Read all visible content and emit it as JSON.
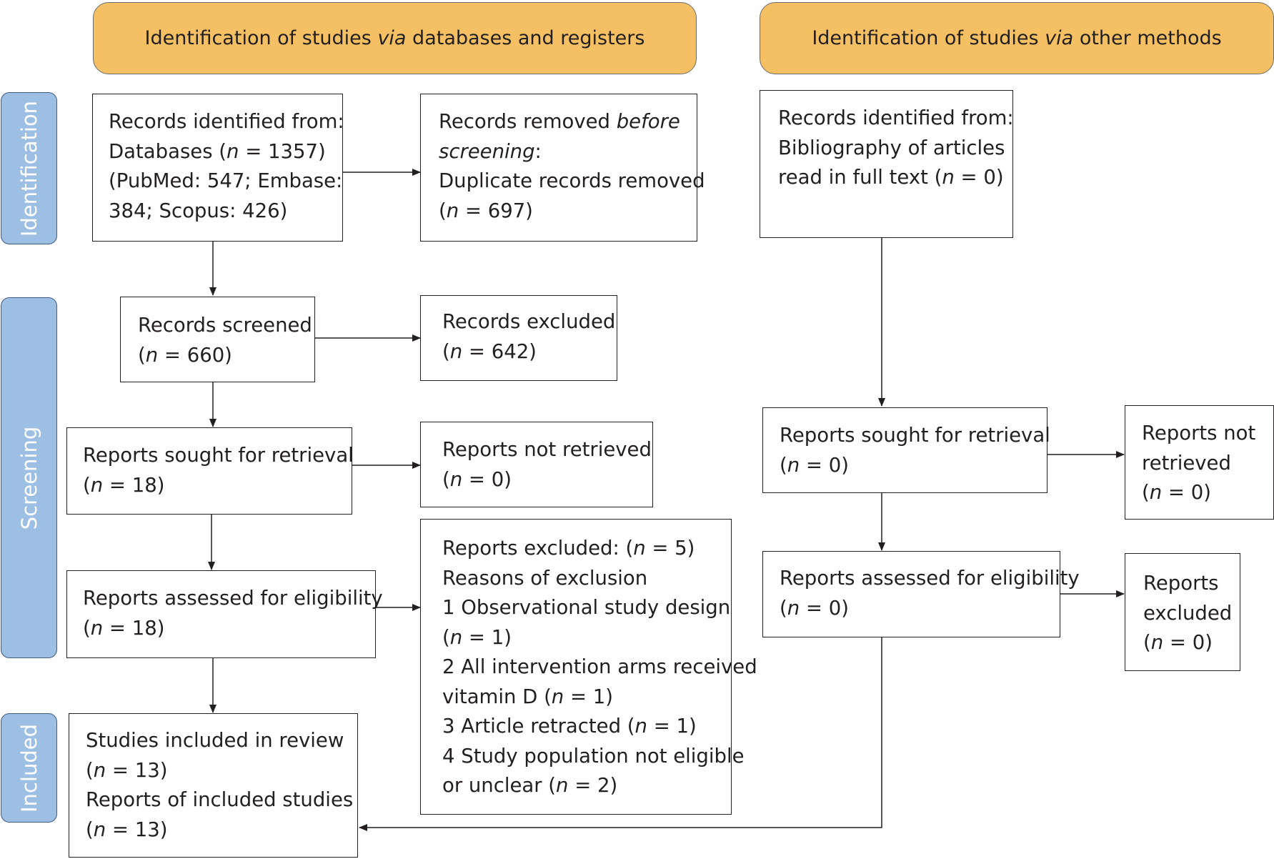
{
  "headers": {
    "databases": {
      "pre": "Identification of studies ",
      "it": "via",
      "post": " databases and registers"
    },
    "other": {
      "pre": "Identification of studies ",
      "it": "via",
      "post": " other methods"
    }
  },
  "stages": {
    "identification": "Identification",
    "screening": "Screening",
    "included": "Included"
  },
  "db": {
    "records_identified": {
      "l1": "Records identified from:",
      "l2a": "Databases (",
      "l2n": "n",
      "l2b": " = 1357)",
      "l3": "(PubMed: 547; Embase:",
      "l4": "384; Scopus: 426)"
    },
    "records_removed": {
      "l1a": "Records removed ",
      "l1i": "before",
      "l2i": "screening",
      "l2b": ":",
      "l3": "Duplicate records removed",
      "l4a": "(",
      "l4n": "n",
      "l4b": " = 697)"
    },
    "records_screened": {
      "l1": "Records screened",
      "l2a": "(",
      "l2n": "n",
      "l2b": " = 660)"
    },
    "records_excluded": {
      "l1": "Records excluded",
      "l2a": "(",
      "l2n": "n",
      "l2b": " = 642)"
    },
    "reports_sought": {
      "l1": "Reports sought for retrieval",
      "l2a": "(",
      "l2n": "n",
      "l2b": " = 18)"
    },
    "reports_not_retrieved": {
      "l1": "Reports not retrieved",
      "l2a": "(",
      "l2n": "n",
      "l2b": " = 0)"
    },
    "reports_assessed": {
      "l1": "Reports assessed for eligibility",
      "l2a": "(",
      "l2n": "n",
      "l2b": " = 18)"
    },
    "reports_excluded": {
      "l1a": "Reports excluded: (",
      "l1n": "n",
      "l1b": " = 5)",
      "l2": "Reasons of exclusion",
      "l3": "1 Observational study design",
      "l4a": "(",
      "l4n": "n",
      "l4b": " = 1)",
      "l5": "2 All intervention arms received",
      "l6a": "vitamin D (",
      "l6n": "n",
      "l6b": " = 1)",
      "l7a": "3 Article retracted (",
      "l7n": "n",
      "l7b": " = 1)",
      "l8": "4 Study population not eligible",
      "l9a": "or unclear (",
      "l9n": "n",
      "l9b": " = 2)"
    },
    "studies_included": {
      "l1": "Studies included in review",
      "l2a": "(",
      "l2n": "n",
      "l2b": " = 13)",
      "l3": "Reports of included studies",
      "l4a": "(",
      "l4n": "n",
      "l4b": " = 13)"
    }
  },
  "other": {
    "records_identified": {
      "l1": "Records identified from:",
      "l2": "Bibliography of articles",
      "l3a": "read in full text (",
      "l3n": "n",
      "l3b": " = 0)"
    },
    "reports_sought": {
      "l1": "Reports sought for retrieval",
      "l2a": "(",
      "l2n": "n",
      "l2b": " = 0)"
    },
    "reports_not_retrieved": {
      "l1": "Reports not",
      "l2": "retrieved",
      "l3a": "(",
      "l3n": "n",
      "l3b": " = 0)"
    },
    "reports_assessed": {
      "l1": "Reports assessed for eligibility",
      "l2a": "(",
      "l2n": "n",
      "l2b": " = 0)"
    },
    "reports_excluded": {
      "l1": "Reports",
      "l2": "excluded",
      "l3a": "(",
      "l3n": "n",
      "l3b": " = 0)"
    }
  },
  "colors": {
    "header_fill": "#f5c063",
    "stage_fill": "#9dbfe4",
    "stage_text": "#ffffff",
    "line": "#231f20"
  }
}
